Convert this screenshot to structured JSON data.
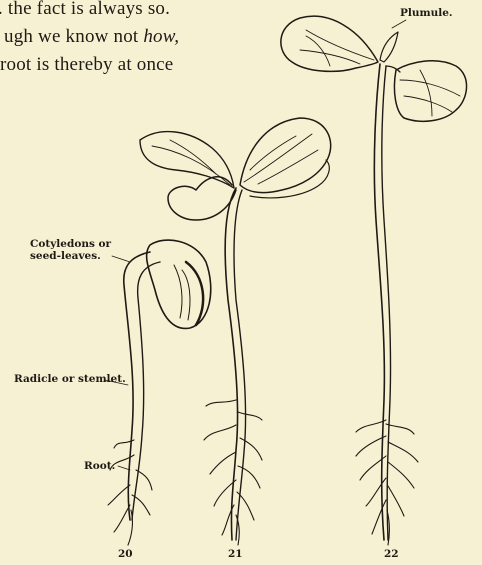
{
  "text": {
    "line1": "the fact is always so.",
    "line2_a": "ugh we know not ",
    "line2_em": "how,",
    "line3": "root is thereby at once"
  },
  "labels": {
    "plumule": "Plumule.",
    "cotyledons_1": "Cotyledons or",
    "cotyledons_2": "seed-leaves.",
    "radicle": "Radicle or stemlet.",
    "root": "Root."
  },
  "figures": [
    "20",
    "21",
    "22"
  ]
}
